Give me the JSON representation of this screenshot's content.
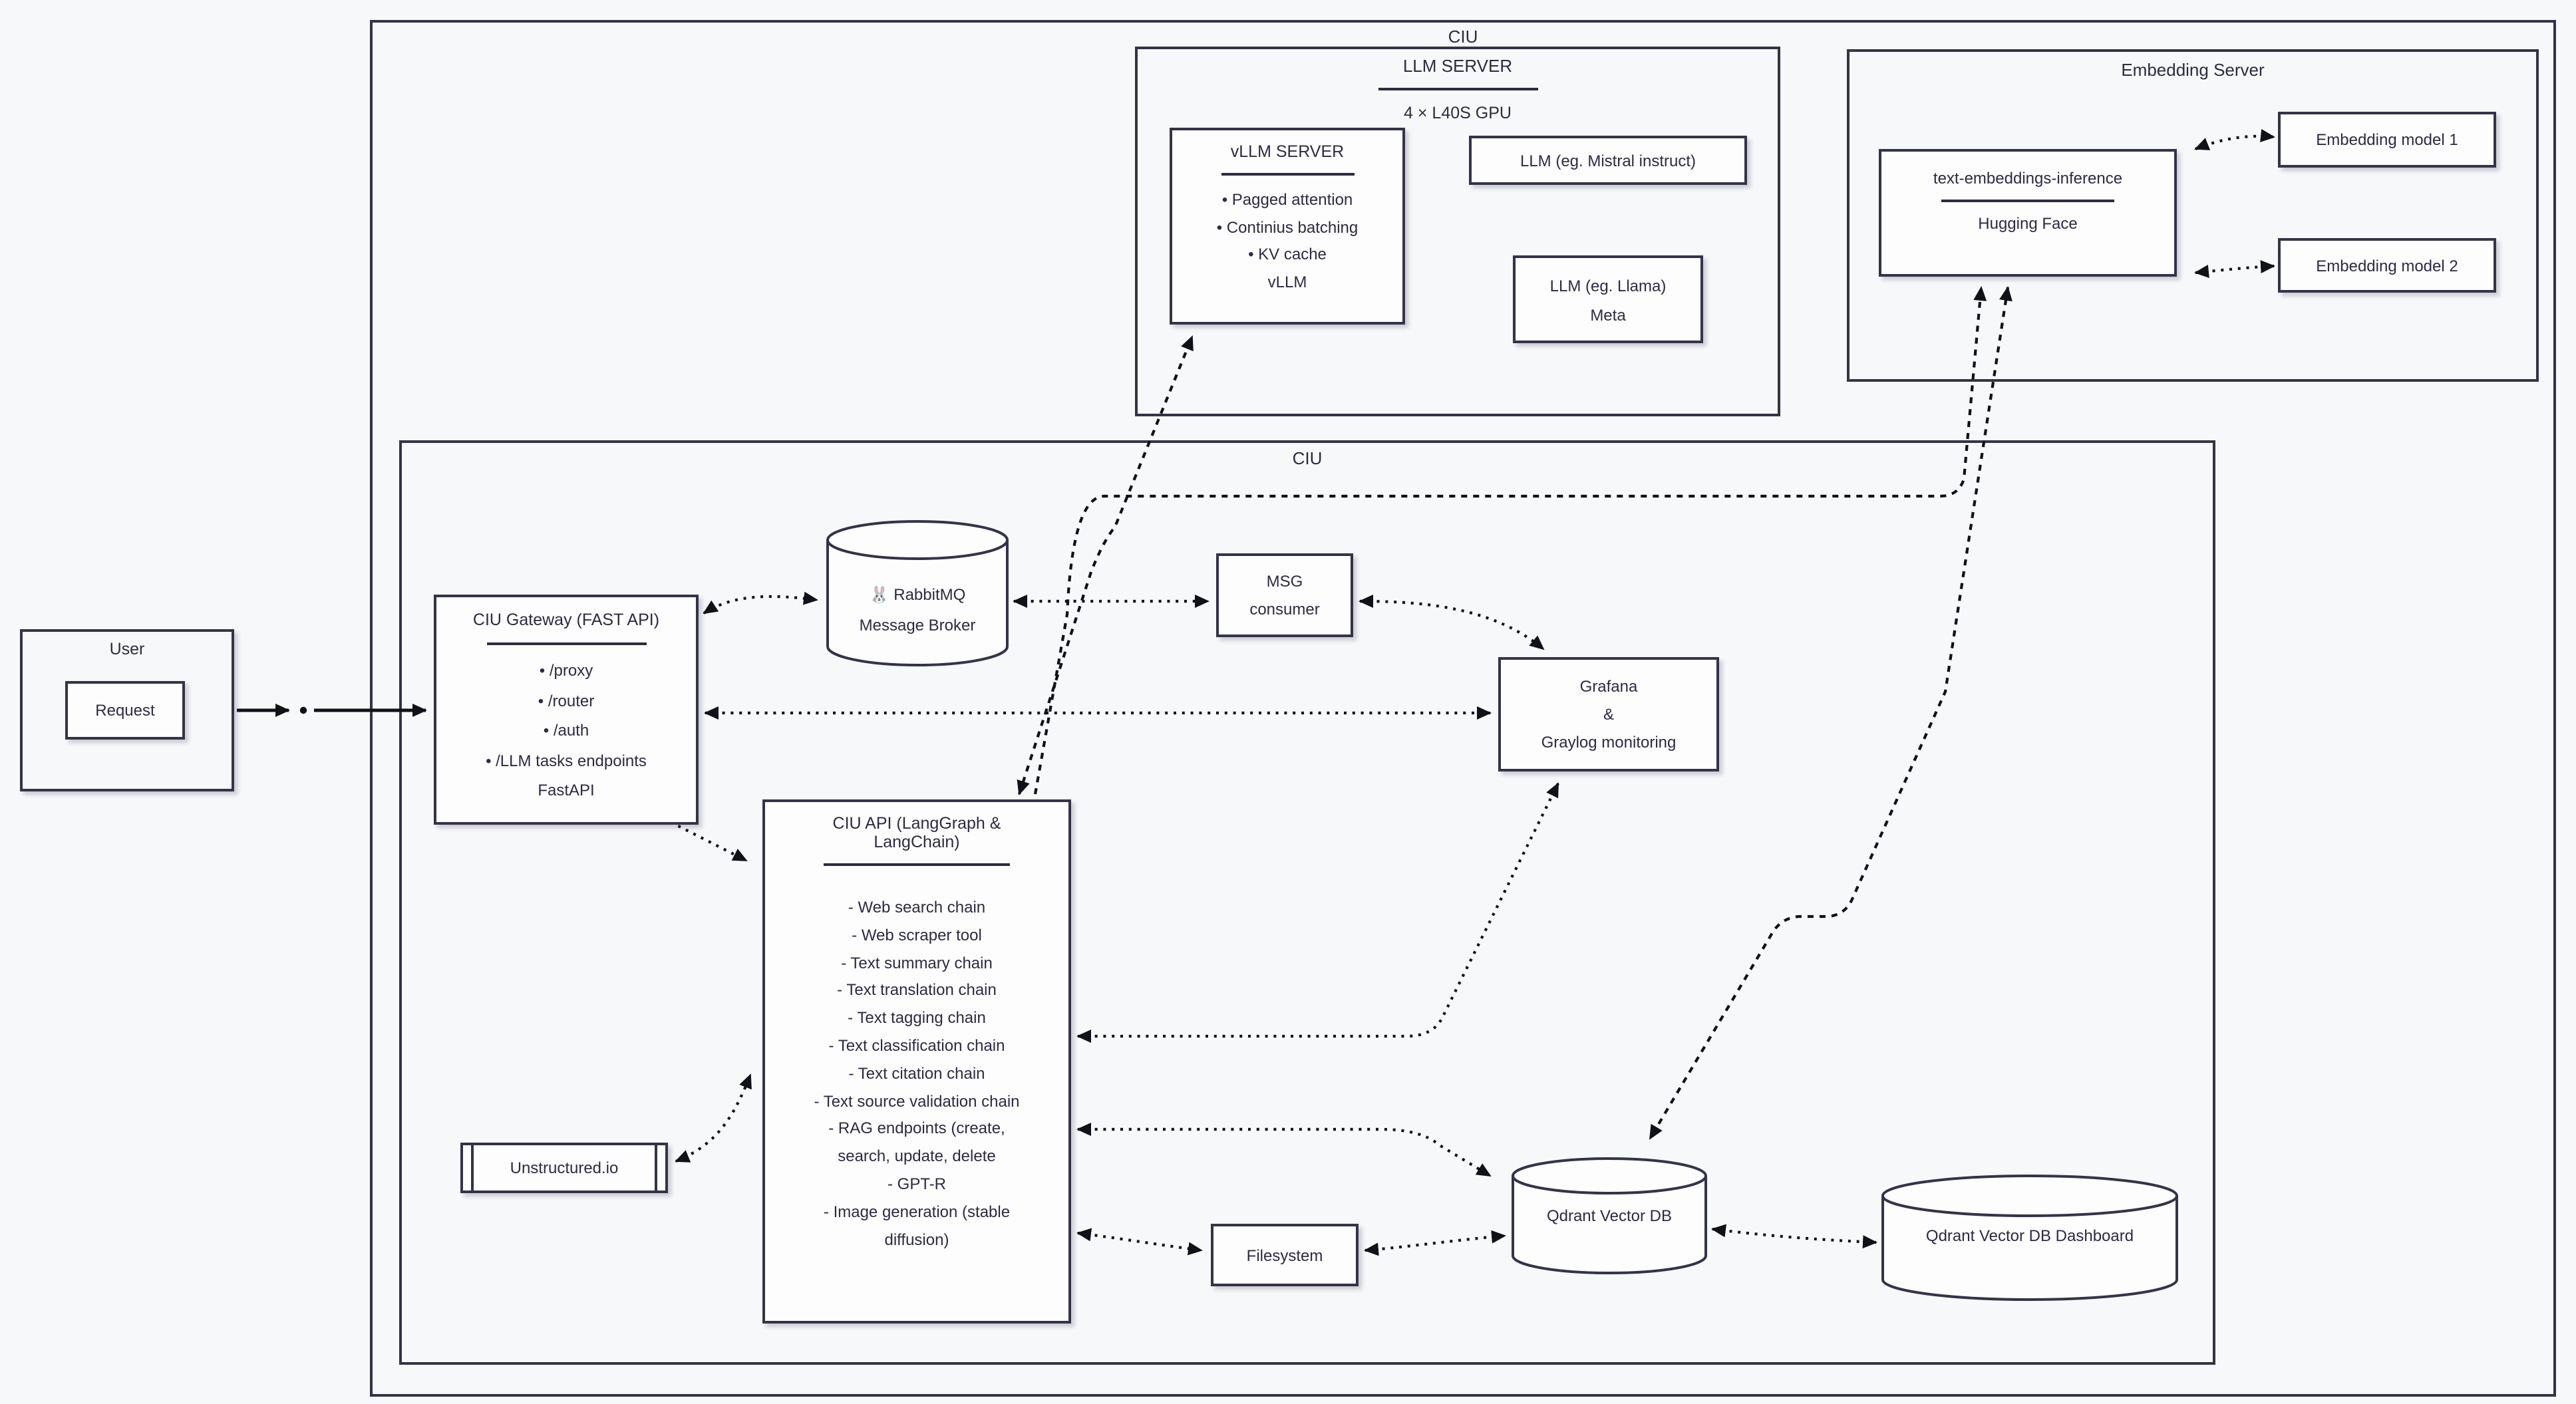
{
  "colors": {
    "background": "#f7f8fa",
    "box_background": "#fdfdfe",
    "border": "#34334a",
    "text": "#2c2b41",
    "arrow": "#111119"
  },
  "outer": {
    "label": "CIU"
  },
  "inner": {
    "label": "CIU"
  },
  "llm_server": {
    "title": "LLM SERVER",
    "gpu": "4 × L40S GPU"
  },
  "vllm": {
    "title": "vLLM SERVER",
    "items": [
      "• Pagged attention",
      "• Continius batching",
      "• KV cache",
      "vLLM"
    ]
  },
  "llm_mistral": {
    "label": "LLM (eg. Mistral instruct)"
  },
  "llm_llama": {
    "line1": "LLM (eg. Llama)",
    "line2": "Meta"
  },
  "embedding_server": {
    "title": "Embedding Server"
  },
  "tei": {
    "title": "text-embeddings-inference",
    "subtitle": "Hugging Face"
  },
  "embedding_model_1": {
    "label": "Embedding model 1"
  },
  "embedding_model_2": {
    "label": "Embedding model 2"
  },
  "user": {
    "title": "User",
    "request": "Request"
  },
  "gateway": {
    "title": "CIU Gateway (FAST API)",
    "items": [
      "• /proxy",
      "• /router",
      "• /auth",
      "• /LLM tasks endpoints",
      "FastAPI"
    ]
  },
  "rabbitmq": {
    "icon": "🐰",
    "line1": "RabbitMQ",
    "line2": "Message Broker"
  },
  "msg_consumer": {
    "line1": "MSG",
    "line2": "consumer"
  },
  "grafana": {
    "line1": "Grafana",
    "line2": "&",
    "line3": "Graylog monitoring"
  },
  "ciu_api": {
    "title1": "CIU API (LangGraph &",
    "title2": "LangChain)",
    "items": [
      "- Web search chain",
      "- Web scraper tool",
      "- Text summary chain",
      "- Text translation chain",
      "- Text tagging chain",
      "- Text classification chain",
      "- Text citation chain",
      "- Text source validation chain",
      "- RAG endpoints (create,",
      "search, update, delete",
      "- GPT-R",
      "- Image generation (stable",
      "diffusion)"
    ]
  },
  "unstructured": {
    "label": "Unstructured.io"
  },
  "filesystem": {
    "label": "Filesystem"
  },
  "qdrant": {
    "label": "Qdrant Vector DB"
  },
  "qdrant_dashboard": {
    "label": "Qdrant Vector DB Dashboard"
  }
}
